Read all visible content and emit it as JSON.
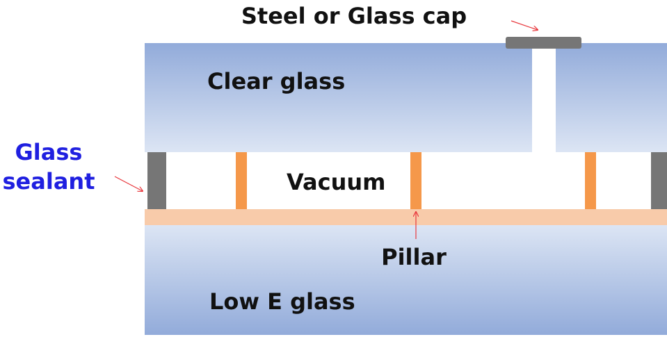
{
  "labels": {
    "cap": "Steel or Glass cap",
    "clear_glass": "Clear glass",
    "vacuum": "Vacuum",
    "sealant_line1": "Glass",
    "sealant_line2": "sealant",
    "pillar": "Pillar",
    "low_e_glass": "Low E glass"
  },
  "colors": {
    "glass_top": "#92ABDA",
    "glass_bottom": "#DCE5F4",
    "sealant": "#767676",
    "pillar": "#F5984A",
    "low_e_coating": "#F8CBAA",
    "cap": "#767676",
    "arrow": "#E8383D",
    "sealant_label": "#1F1FE0"
  }
}
